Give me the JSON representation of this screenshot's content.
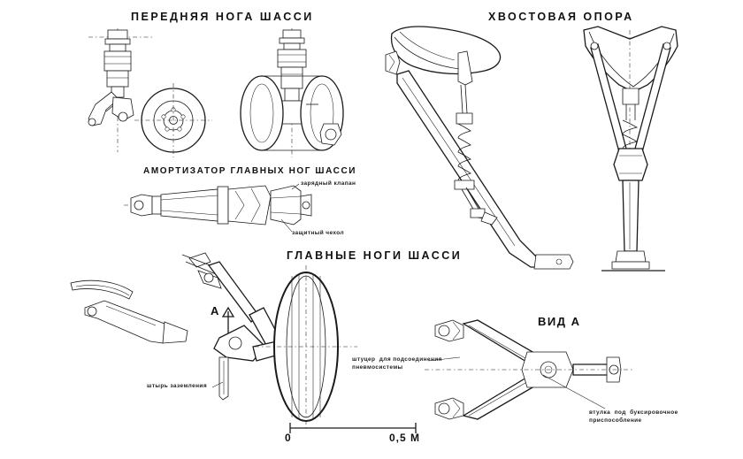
{
  "figure": {
    "kind": "technical-drawing",
    "language": "ru",
    "subject": "Aircraft landing gear assembly drawing"
  },
  "titles": {
    "nose_gear": "ПЕРЕДНЯЯ  НОГА  ШАССИ",
    "tail_support": "ХВОСТОВАЯ  ОПОРА",
    "main_gear": "ГЛАВНЫЕ  НОГИ  ШАССИ",
    "shock_absorber": "АМОРТИЗАТОР  ГЛАВНЫХ  НОГ  ШАССИ",
    "view_a": "ВИД А"
  },
  "callouts": {
    "charge_valve": "зарядный  клапан",
    "protective_cover": "защитный  чехол",
    "ground_pin": "штырь заземления",
    "air_fitting": "штуцер  для подсоединения\nпневмосистемы",
    "tow_bushing": "втулка  под  буксировочное\nприспособление"
  },
  "section_marks": {
    "arrow_letter": "A"
  },
  "scale": {
    "zero": "0",
    "max": "0,5 М"
  },
  "colors": {
    "ink": "#1a1a1a",
    "paper": "#ffffff",
    "shade": "#efefef"
  }
}
